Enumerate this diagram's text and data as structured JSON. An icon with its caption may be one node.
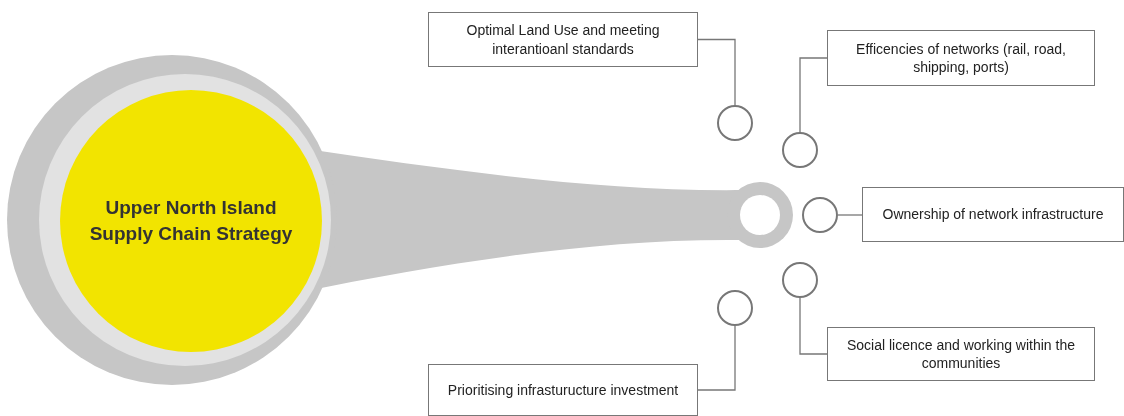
{
  "diagram": {
    "nodes": [
      {
        "text": [
          "Upper North Island Supply Chain Strategy"
        ]
      },
      {
        "text": [
          "Optimal Land Use and meeting interantioanl standards"
        ]
      },
      {
        "text": [],
        "shape": "circle"
      },
      {
        "text": [
          "Efficencies of networks (rail, road, shipping, ports)"
        ]
      },
      {
        "text": [],
        "shape": "circle"
      },
      {
        "text": [],
        "shape": "circle"
      },
      {
        "text": [
          "Ownership of network infrastructure"
        ]
      },
      {
        "text": [],
        "shape": "circle"
      },
      {
        "text": [],
        "shape": "circle"
      },
      {
        "text": [
          "Social licence and working within the communities"
        ]
      },
      {
        "text": [
          "Prioritising infrasturucture investment"
        ]
      }
    ],
    "edges": [
      {
        "from": 2,
        "to": 1,
        "arrow": "none"
      },
      {
        "from": 4,
        "to": 3,
        "arrow": "none"
      },
      {
        "from": 5,
        "to": 6,
        "arrow": "none"
      },
      {
        "from": 7,
        "to": 9,
        "arrow": "none"
      },
      {
        "from": 8,
        "to": 10,
        "arrow": "none"
      }
    ]
  }
}
